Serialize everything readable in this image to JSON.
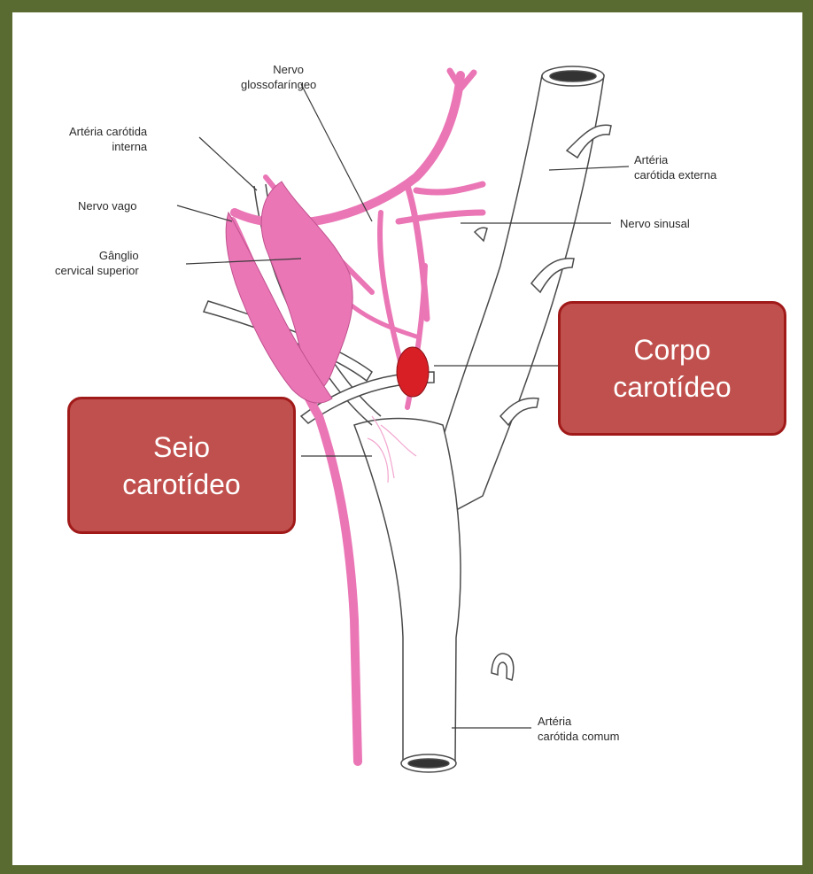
{
  "labels": {
    "glossofaringeo": [
      "Nervo",
      "glossofaríngeo"
    ],
    "carotida_interna": [
      "Artéria carótida",
      "interna"
    ],
    "nervo_vago": "Nervo vago",
    "ganglio": [
      "Gânglio",
      "cervical superior"
    ],
    "carotida_externa": [
      "Artéria",
      "carótida externa"
    ],
    "nervo_sinusal": "Nervo sinusal",
    "carotida_comum": [
      "Artéria",
      "carótida comum"
    ]
  },
  "callouts": {
    "corpo": [
      "Corpo",
      "carotídeo"
    ],
    "seio": [
      "Seio",
      "carotídeo"
    ]
  },
  "colors": {
    "frame": "#5a6b32",
    "nerve": "#ea76b6",
    "artery_fill": "#ffffff",
    "outline": "#4a4a4a",
    "body_red": "#d81f26",
    "callout_fill": "#c0504d",
    "callout_border": "#a11a1a"
  }
}
